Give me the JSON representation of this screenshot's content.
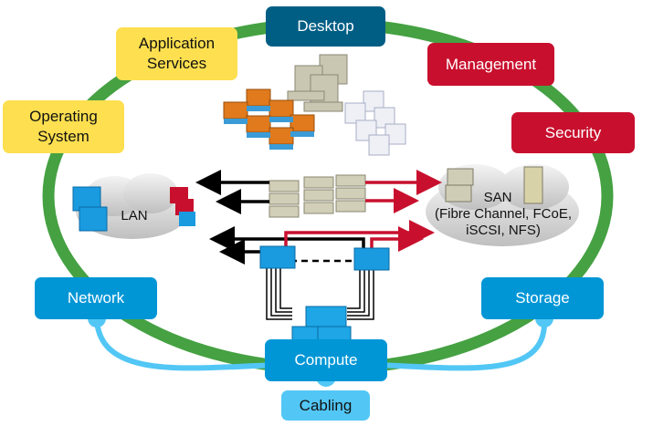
{
  "colors": {
    "ring": "#45a142",
    "desktop": "#005e84",
    "yellow": "#fddf50",
    "red": "#c8102e",
    "blue": "#0096d6",
    "cabling": "#52c7f5",
    "arrow_black": "#000000",
    "arrow_red": "#c8102e"
  },
  "boxes": {
    "desktop": "Desktop",
    "application_services": "Application Services",
    "operating_system": "Operating System",
    "management": "Management",
    "security": "Security",
    "network": "Network",
    "storage": "Storage",
    "compute": "Compute",
    "cabling": "Cabling"
  },
  "clouds": {
    "lan": "LAN",
    "san_title": "SAN",
    "san_detail": "(Fibre Channel, FCoE, iSCSI, NFS)"
  },
  "icons": [
    "desktop-pcs-icon",
    "virtual-machine-app-os-icon",
    "virtual-desktop-icon",
    "server-rack-icon",
    "lan-switch-icon",
    "storage-array-icon",
    "fabric-switch-icon",
    "blade-server-icon"
  ]
}
